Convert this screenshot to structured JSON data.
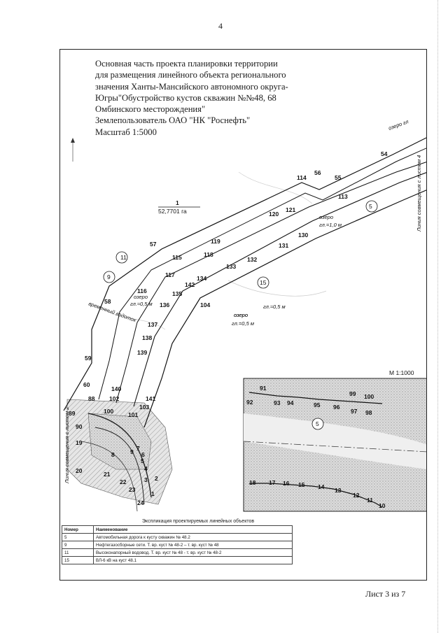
{
  "page_number": "4",
  "title_lines": [
    "Основная часть проекта планировки территории",
    "для размещения линейного объекта регионального",
    "значения Ханты-Мансийского автономного округа-",
    "Югры\"Обустройство кустов скважин №№48, 68",
    "Омбинского месторождения\"",
    "Землепользователь ОАО \"НК \"Роснефть\"",
    "Масштаб 1:5000"
  ],
  "area_label": {
    "number": "1",
    "value": "52,7701 га"
  },
  "inset_scale": "М 1:1000",
  "alignment_lines": [
    "Линия совмещения с листом 4",
    "Линия совмещения с листом 2"
  ],
  "lakes": [
    {
      "name": "озеро",
      "depth": "гл.=1,0 м"
    },
    {
      "name": "озеро",
      "depth": "гл.≈0,5 м"
    },
    {
      "name": "озеро",
      "depth": "гл.≈0,5 м"
    },
    {
      "name": "озеро",
      "depth": "гл.=0,5 м"
    },
    {
      "name": "озеро гл",
      "depth": ""
    }
  ],
  "stream_label": "временный водоток",
  "points": [
    "54",
    "55",
    "56",
    "57",
    "58",
    "59",
    "60",
    "88",
    "89",
    "90",
    "19",
    "20",
    "21",
    "22",
    "23",
    "24",
    "1",
    "2",
    "3",
    "4",
    "5",
    "6",
    "7",
    "8",
    "9",
    "100",
    "101",
    "102",
    "103",
    "104",
    "113",
    "114",
    "115",
    "116",
    "117",
    "118",
    "119",
    "120",
    "121",
    "130",
    "131",
    "132",
    "133",
    "134",
    "135",
    "136",
    "137",
    "138",
    "139",
    "140",
    "141",
    "142"
  ],
  "inset_points": [
    "91",
    "92",
    "93",
    "94",
    "95",
    "96",
    "97",
    "98",
    "99",
    "100",
    "18",
    "17",
    "16",
    "15",
    "14",
    "13",
    "12",
    "11",
    "10"
  ],
  "object_circles": [
    "5",
    "9",
    "11",
    "15"
  ],
  "legend": {
    "title": "Экспликация проектируемых линейных объектов",
    "headers": [
      "Номер",
      "Наименование"
    ],
    "rows": [
      {
        "num": "5",
        "name": "Автомобильная дорога к кусту скважин № 48.2"
      },
      {
        "num": "9",
        "name": "Нефтегазосборные сети. Т. вр. куст № 48-2 – т. вр. куст № 48"
      },
      {
        "num": "11",
        "name": "Высоконапорный водовод. Т. вр. куст № 48 - т. вр. куст № 48-2"
      },
      {
        "num": "15",
        "name": "ВЛ-6 кВ на куст 48.1"
      }
    ]
  },
  "sheet_label": "Лист 3 из 7"
}
